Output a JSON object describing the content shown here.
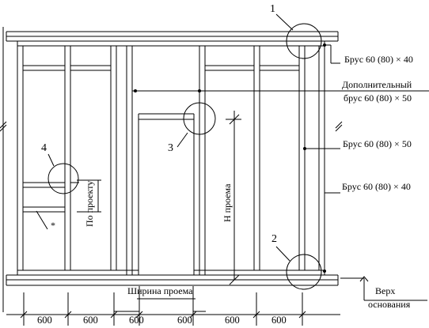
{
  "callouts": {
    "c1": "1",
    "c2": "2",
    "c3": "3",
    "c4": "4"
  },
  "labels": {
    "beam_top": "Брус 60 (80) × 40",
    "beam_extra_line1": "Дополнительный",
    "beam_extra_line2": "брус 60 (80) × 50",
    "beam_post": "Брус 60 (80) × 50",
    "beam_bottom": "Брус 60 (80) × 40",
    "base_top_line1": "Верх",
    "base_top_line2": "основания",
    "by_design": "По проекту",
    "opening_height": "Н проема",
    "opening_width": "Ширина проема",
    "star": "*"
  },
  "dimensions": {
    "d1": "600",
    "d2": "600",
    "d3": "600",
    "d4": "600",
    "d5": "600",
    "d6": "600"
  }
}
